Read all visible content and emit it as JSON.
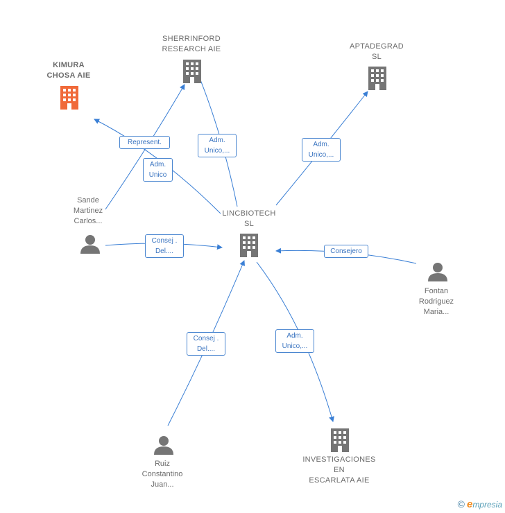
{
  "nodes": {
    "lincbiotech": {
      "label": "LINCBIOTECH\nSL",
      "kind": "company",
      "color": "#757575"
    },
    "sherrinford": {
      "label": "SHERRINFORD\nRESEARCH AIE",
      "kind": "company",
      "color": "#757575"
    },
    "aptadegrad": {
      "label": "APTADEGRAD\nSL",
      "kind": "company",
      "color": "#757575"
    },
    "kimura": {
      "label": "KIMURA\nCHOSA AIE",
      "kind": "company",
      "color": "#f06a3a"
    },
    "investigaciones": {
      "label": "INVESTIGACIONES\nEN\nESCARLATA AIE",
      "kind": "company",
      "color": "#757575"
    },
    "sande": {
      "label": "Sande\nMartinez\nCarlos...",
      "kind": "person",
      "color": "#757575"
    },
    "fontan": {
      "label": "Fontan\nRodriguez\nMaria...",
      "kind": "person",
      "color": "#757575"
    },
    "ruiz": {
      "label": "Ruiz\nConstantino\nJuan...",
      "kind": "person",
      "color": "#757575"
    }
  },
  "edges": [
    {
      "id": "e1",
      "label": "Represent."
    },
    {
      "id": "e2",
      "label": "Adm.\nUnico"
    },
    {
      "id": "e3",
      "label": "Adm.\nUnico,..."
    },
    {
      "id": "e4",
      "label": "Adm.\nUnico,..."
    },
    {
      "id": "e5",
      "label": "Consej .\nDel...."
    },
    {
      "id": "e6",
      "label": "Consejero"
    },
    {
      "id": "e7",
      "label": "Consej .\nDel...."
    },
    {
      "id": "e8",
      "label": "Adm.\nUnico,..."
    }
  ],
  "colors": {
    "edge": "#3a7fd5",
    "accent": "#f06a3a"
  },
  "footer": {
    "copyright_symbol": "©",
    "brand_initial": "e",
    "brand_rest": "mpresia"
  }
}
